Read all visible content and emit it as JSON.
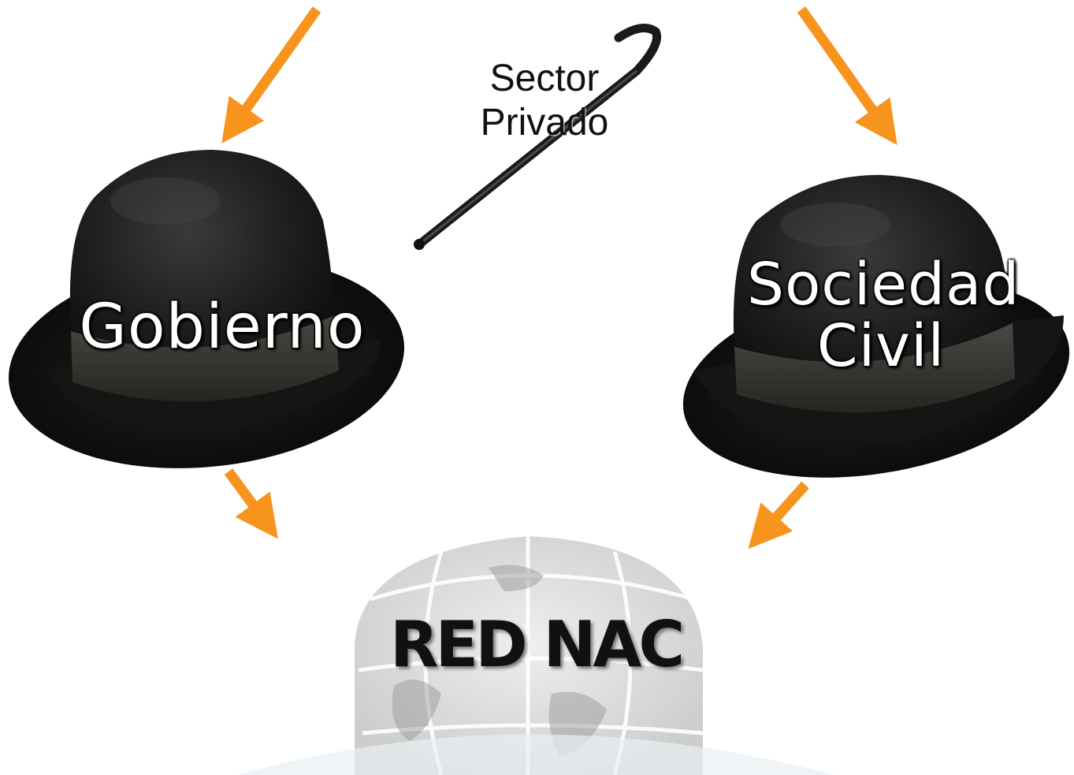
{
  "labels": {
    "gobierno": "Gobierno",
    "sociedad_line1": "Sociedad",
    "sociedad_line2": "Civil",
    "sector_line1": "Sector",
    "sector_line2": "Privado",
    "rednac": "RED NAC"
  },
  "colors": {
    "arrow": "#f7941d",
    "hat": "#1a1a1a",
    "hat_band": "#3b3a36",
    "globe": "#d6d6d6"
  },
  "icons": [
    "bowler-hat-icon",
    "walking-cane-icon",
    "globe-icon",
    "arrow-icon"
  ]
}
